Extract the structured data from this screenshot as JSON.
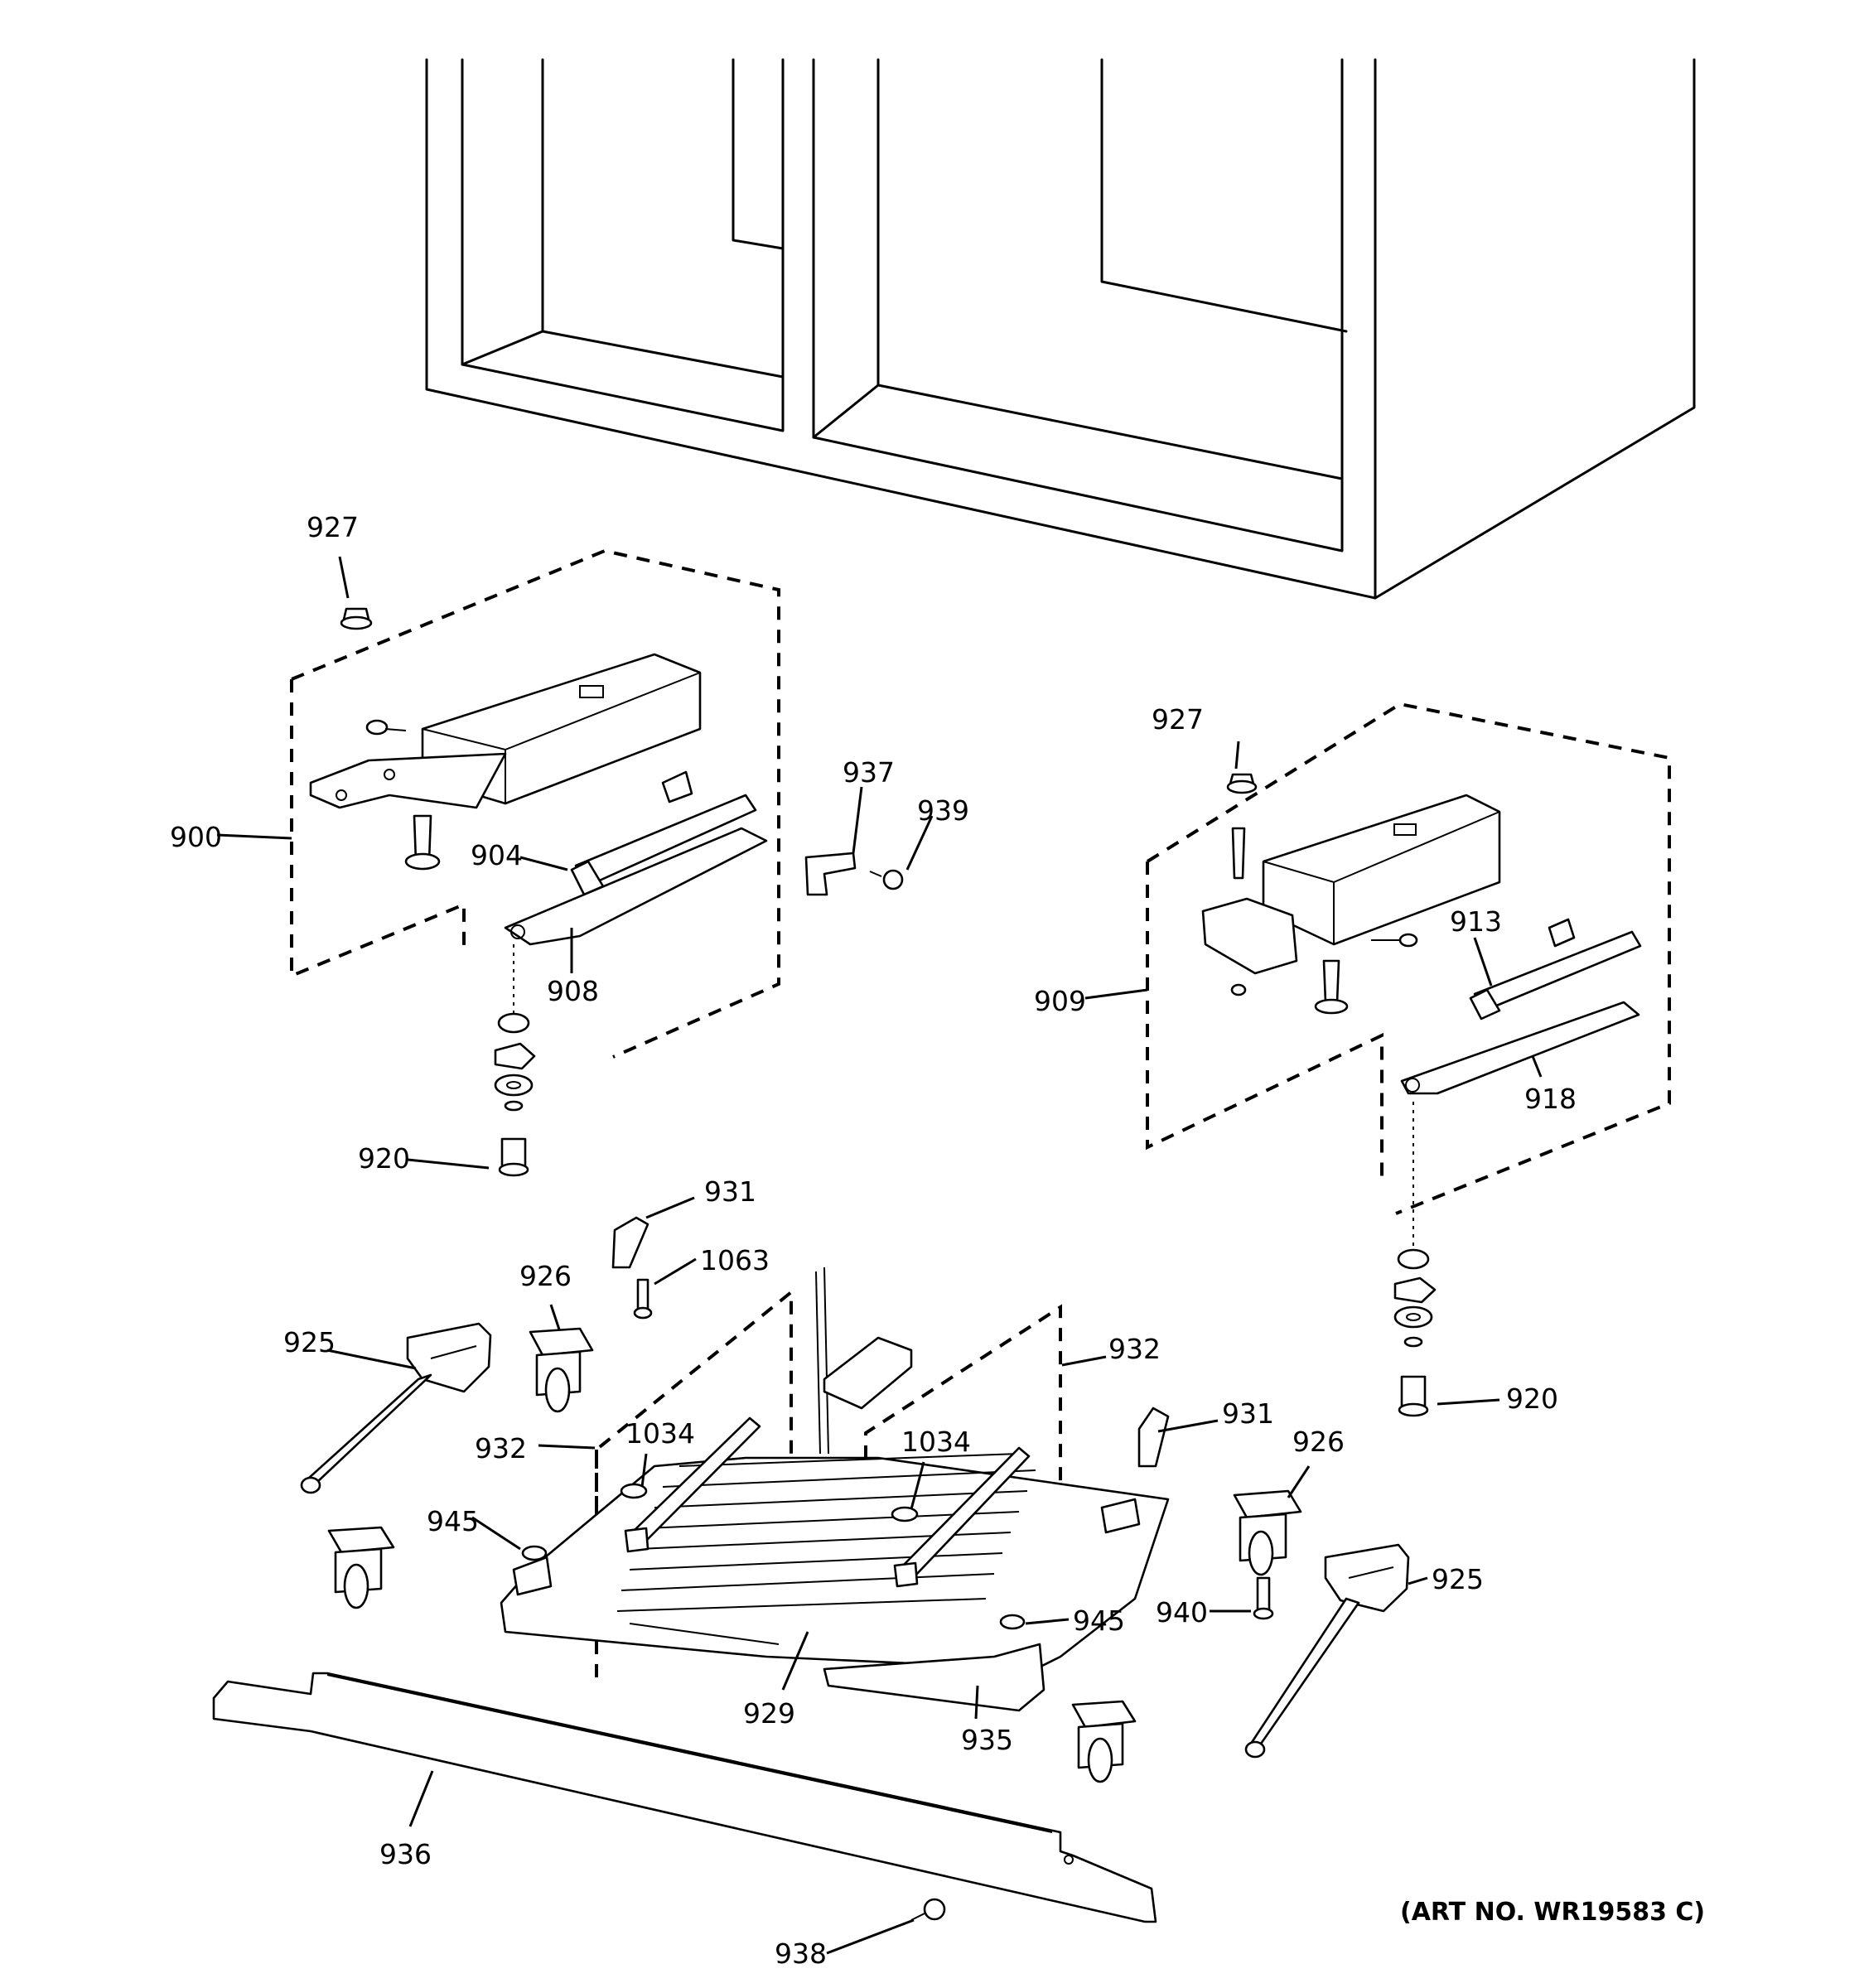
{
  "callouts": {
    "c900": "900",
    "c904": "904",
    "c908": "908",
    "c909": "909",
    "c913": "913",
    "c918": "918",
    "c920a": "920",
    "c920b": "920",
    "c925a": "925",
    "c925b": "925",
    "c926a": "926",
    "c926b": "926",
    "c927a": "927",
    "c927b": "927",
    "c929": "929",
    "c931a": "931",
    "c931b": "931",
    "c932a": "932",
    "c932b": "932",
    "c935": "935",
    "c936": "936",
    "c937": "937",
    "c938": "938",
    "c939": "939",
    "c940": "940",
    "c945a": "945",
    "c945b": "945",
    "c1034a": "1034",
    "c1034b": "1034",
    "c1063": "1063"
  },
  "art_number": "(ART NO. WR19583 C)"
}
